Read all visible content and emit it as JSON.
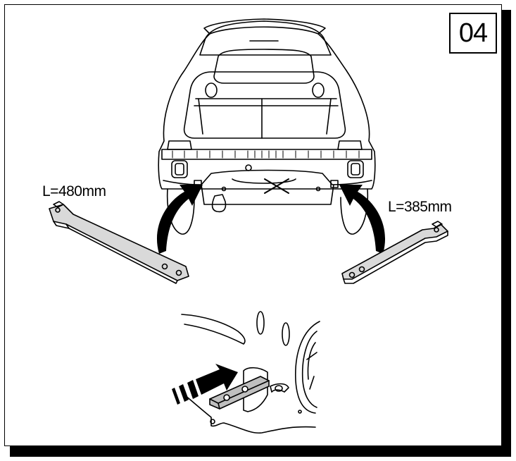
{
  "step": {
    "number": "04"
  },
  "brackets": {
    "left": {
      "label": "L=480mm"
    },
    "right": {
      "label": "L=385mm"
    }
  },
  "colors": {
    "line": "#000000",
    "fill": "#ffffff",
    "bracket_fill": "#d9d9d9"
  },
  "icons": [
    "car-rear-view-icon",
    "curved-arrow-icon",
    "bracket-icon",
    "insertion-arrow-icon"
  ]
}
